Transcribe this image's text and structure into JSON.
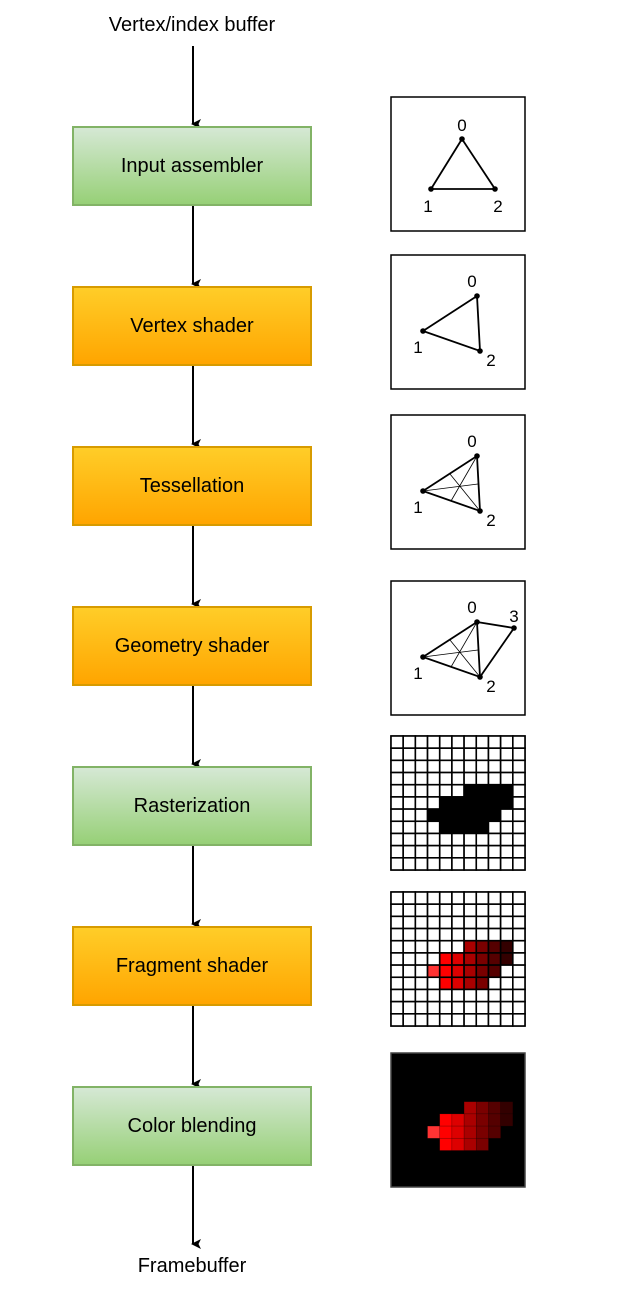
{
  "input_label": "Vertex/index buffer",
  "output_label": "Framebuffer",
  "stages": [
    {
      "label": "Input assembler",
      "kind": "fixed",
      "color": "green"
    },
    {
      "label": "Vertex shader",
      "kind": "programmable",
      "color": "orange"
    },
    {
      "label": "Tessellation",
      "kind": "programmable",
      "color": "orange"
    },
    {
      "label": "Geometry shader",
      "kind": "programmable",
      "color": "orange"
    },
    {
      "label": "Rasterization",
      "kind": "fixed",
      "color": "green"
    },
    {
      "label": "Fragment shader",
      "kind": "programmable",
      "color": "orange"
    },
    {
      "label": "Color blending",
      "kind": "fixed",
      "color": "green"
    }
  ],
  "colors": {
    "green_top": "#d5e8d4",
    "green_bottom": "#97d077",
    "green_border": "#82b366",
    "orange_top": "#ffcd28",
    "orange_bottom": "#ffa500",
    "orange_border": "#d79b00"
  },
  "illustrations": {
    "vertex_labels": [
      "0",
      "1",
      "2",
      "3"
    ],
    "grid_size": 11,
    "raster_cells": {
      "4": [
        6,
        7,
        8,
        9
      ],
      "5": [
        4,
        5,
        6,
        7,
        8,
        9
      ],
      "6": [
        3,
        4,
        5,
        6,
        7,
        8
      ],
      "7": [
        4,
        5,
        6,
        7
      ]
    },
    "fragment_column_colors": {
      "3": "#ff3333",
      "4": "#ff0000",
      "5": "#dd0000",
      "6": "#aa0000",
      "7": "#7a0000",
      "8": "#550000",
      "9": "#330000"
    }
  }
}
